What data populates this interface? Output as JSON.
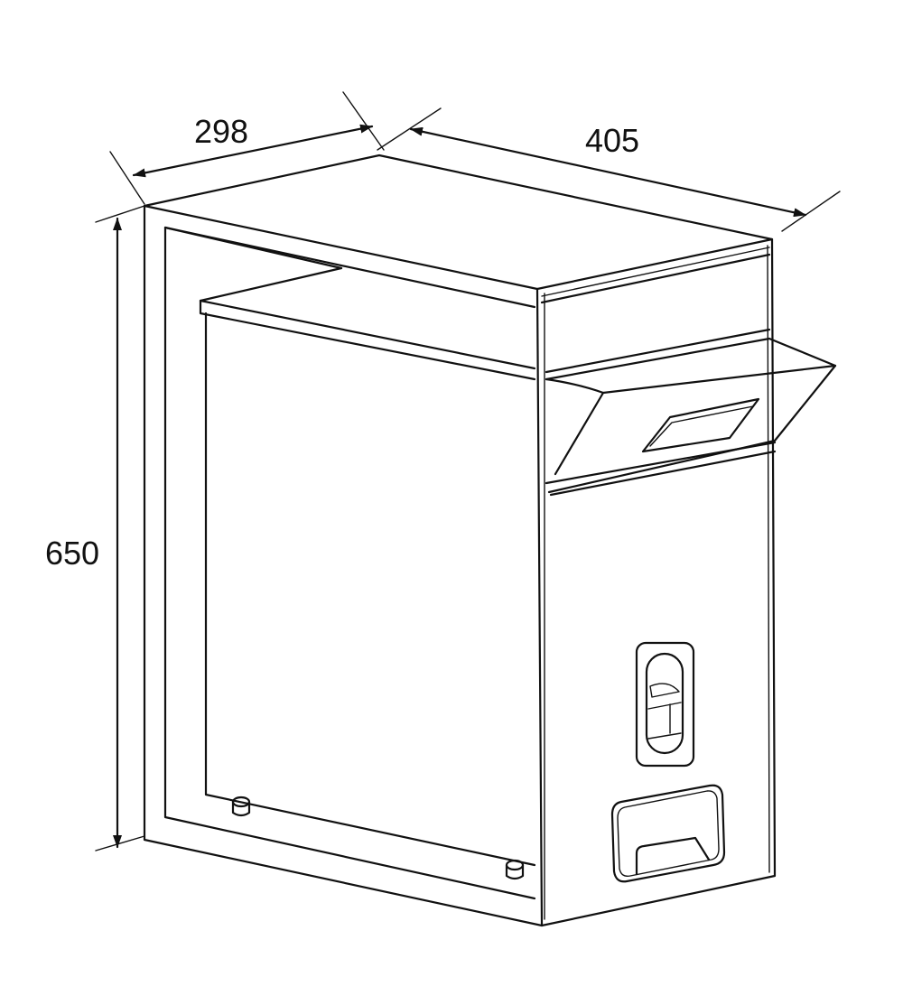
{
  "dimensions": {
    "width": "298",
    "depth": "405",
    "height": "650"
  },
  "colors": {
    "line": "#111111",
    "background": "#ffffff"
  }
}
